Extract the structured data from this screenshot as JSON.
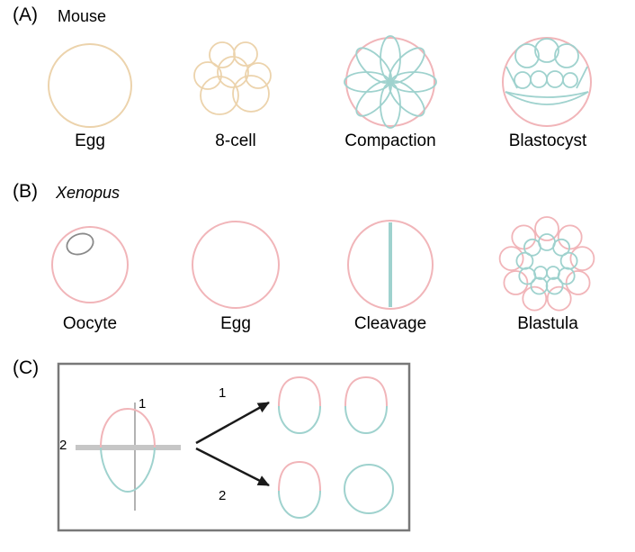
{
  "panels": {
    "A": {
      "tag": "(A)",
      "title": "Mouse",
      "stages": [
        {
          "label": "Egg"
        },
        {
          "label": "8-cell"
        },
        {
          "label": "Compaction"
        },
        {
          "label": "Blastocyst"
        }
      ]
    },
    "B": {
      "tag": "(B)",
      "title": "Xenopus",
      "stages": [
        {
          "label": "Oocyte"
        },
        {
          "label": "Egg"
        },
        {
          "label": "Cleavage"
        },
        {
          "label": "Blastula"
        }
      ]
    },
    "C": {
      "tag": "(C)",
      "labels": {
        "section1": "1",
        "section2": "2",
        "arrow1": "1",
        "arrow2": "2"
      }
    }
  },
  "colors": {
    "pink": "#f1b5b9",
    "teal": "#9fd2ce",
    "cream": "#ecd3ac",
    "inner_gray": "#8a8a8a",
    "section_line": "#999999",
    "section_plane": "#c6c6c6",
    "arrow": "#1a1a1a",
    "box_border": "#787878"
  }
}
